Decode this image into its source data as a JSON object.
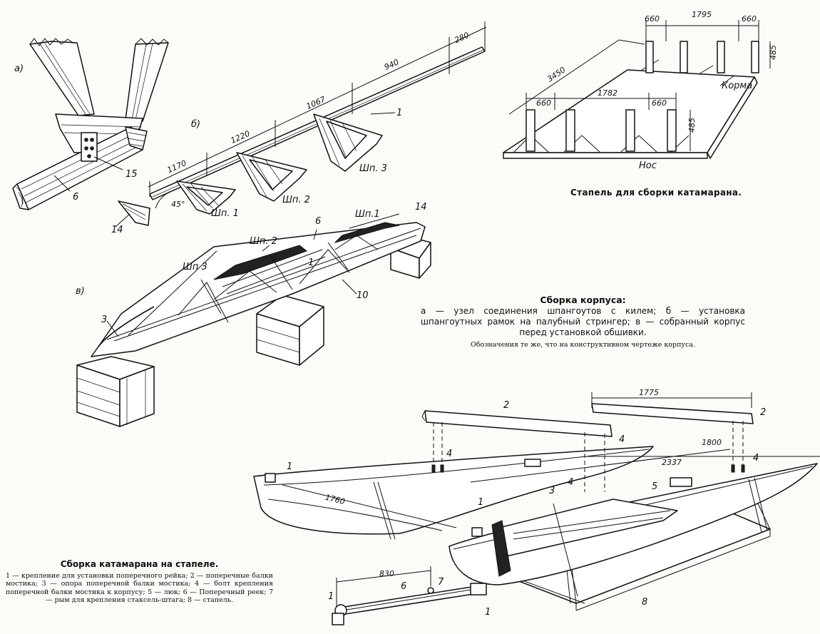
{
  "detail_a": {
    "letter": "а)",
    "labels": {
      "n6": "6",
      "n15": "15"
    }
  },
  "detail_b": {
    "letter": "б)",
    "dims": {
      "d280": "280",
      "d940": "940",
      "d1067": "1067",
      "d1220": "1220",
      "d1170": "1170",
      "angle": "45°"
    },
    "frames": {
      "f1": "Шп. 1",
      "f2": "Шп. 2",
      "f3": "Шп. 3"
    },
    "labels": {
      "n1": "1",
      "n14": "14"
    }
  },
  "detail_v": {
    "letter": "в)",
    "frames": {
      "f1": "Шп.1",
      "f2": "Шп. 2",
      "f3": "Шп 3"
    },
    "labels": {
      "n6": "6",
      "n14": "14",
      "n1": "1",
      "n10": "10",
      "n3": "3"
    }
  },
  "stapel": {
    "dims": {
      "d660a": "660",
      "d1795": "1795",
      "d660b": "660",
      "d485a": "485",
      "d3450": "3450",
      "d660c": "660",
      "d1782": "1782",
      "d660d": "660",
      "d485b": "485"
    },
    "words": {
      "korma": "Корма",
      "nos": "Нос"
    },
    "caption": "Стапель для сборки катамарана."
  },
  "korpus_caption": {
    "title": "Сборка корпуса:",
    "desc": "а — узел соединения шпангоутов с килем; б — установка шпангоутных рамок на палубный стрингер; в — собранный корпус перед установкой обшивки.",
    "note": "Обозначения те же, что на конструктивном чертеже корпуса."
  },
  "catamaran": {
    "dims": {
      "d1775": "1775",
      "d1800": "1800",
      "d2337": "2337",
      "d1760": "1760",
      "d830": "830"
    },
    "labels": {
      "n2a": "2",
      "n2b": "2",
      "n4a": "4",
      "n4b": "4",
      "n4c": "4",
      "n4d": "4",
      "n1a": "1",
      "n1b": "1",
      "n1c": "1",
      "n1d": "1",
      "n3": "3",
      "n5": "5",
      "n6": "6",
      "n7": "7",
      "n8": "8"
    },
    "caption_title": "Сборка катамарана на стапеле.",
    "caption_desc": "1 — крепление для установки поперечного рейка; 2 — поперечные балки мостика; 3 — опора поперечной балки мостика; 4 — болт крепления поперечной балки мостика к корпусу; 5 — люк; 6 — Поперечный реек; 7 — рым для крепления стаксель-штага; 8 — стапель."
  }
}
